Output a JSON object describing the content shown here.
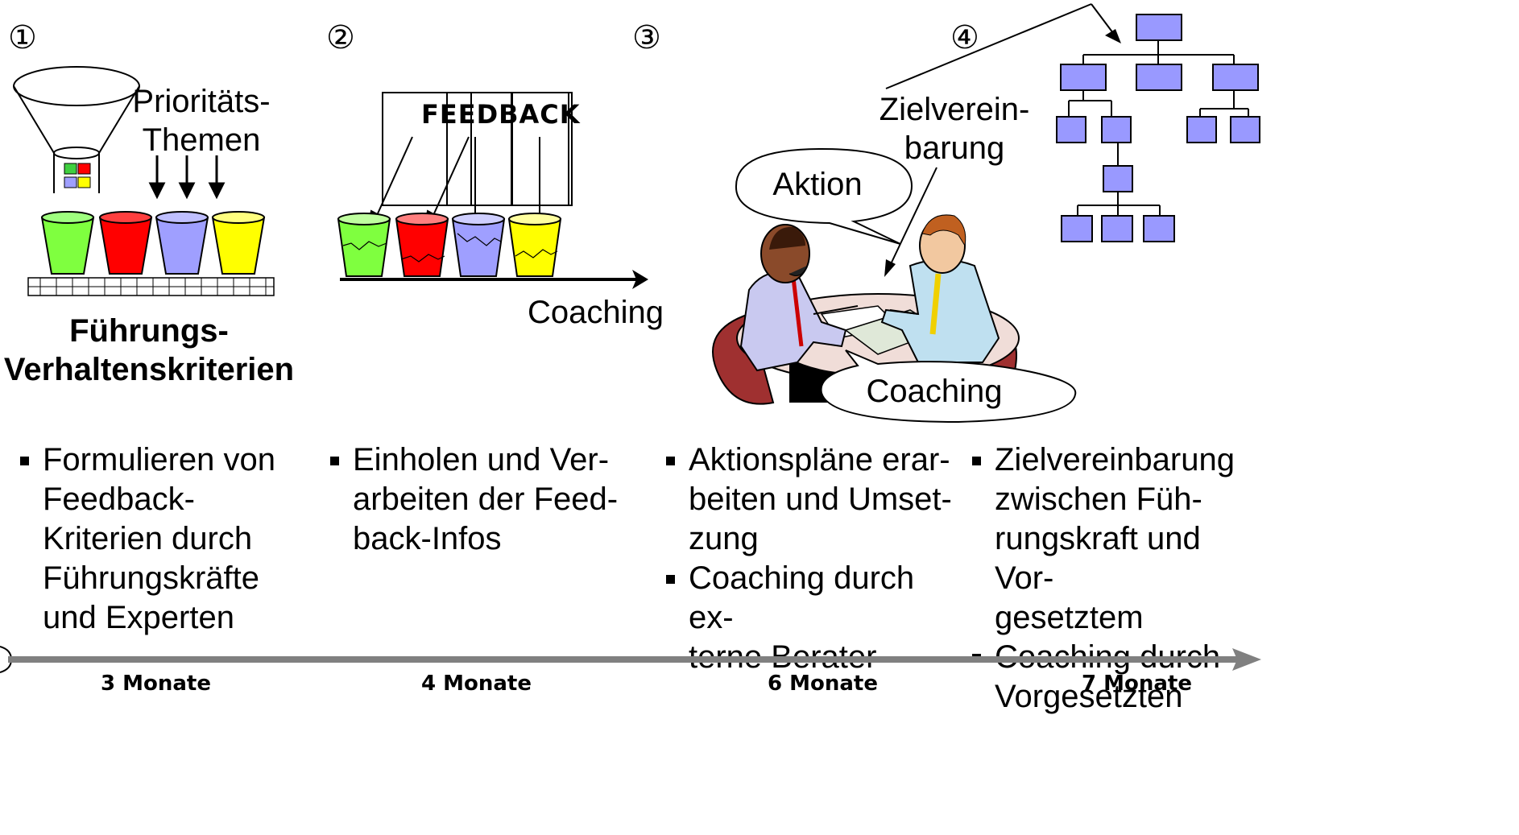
{
  "steps": [
    {
      "number": "①",
      "topic_label": "Prioritäts-\nThemen",
      "title": "Führungs-\nVerhaltenskriterien",
      "bullets": [
        "Formulieren von\nFeedback-\nKriterien durch\nFührungskräfte\nund Experten"
      ]
    },
    {
      "number": "②",
      "box_label": "FEEDBACK",
      "arrow_label": "Coaching",
      "bullets": [
        "Einholen und Ver-\narbeiten der Feed-\nback-Infos"
      ]
    },
    {
      "number": "③",
      "bubble_top": "Aktion",
      "bubble_bottom": "Coaching",
      "bullets": [
        "Aktionspläne erar-\nbeiten und Umset-\nzung",
        "Coaching durch ex-\nterne Berater"
      ]
    },
    {
      "number": "④",
      "goal_label": "Zielverein-\nbarung",
      "bullets": [
        "Zielvereinbarung\nzwischen Füh-\nrungskraft und Vor-\ngesetztem",
        "Coaching durch\nVorgesetzten"
      ]
    }
  ],
  "timeline": [
    "3 Monate",
    "4 Monate",
    "6 Monate",
    "7 Monate"
  ],
  "colors": {
    "green": "#7fff3f",
    "red": "#ff0000",
    "purple": "#9f9fff",
    "yellow": "#ffff00",
    "org_box": "#9999ff",
    "timeline": "#808080"
  }
}
